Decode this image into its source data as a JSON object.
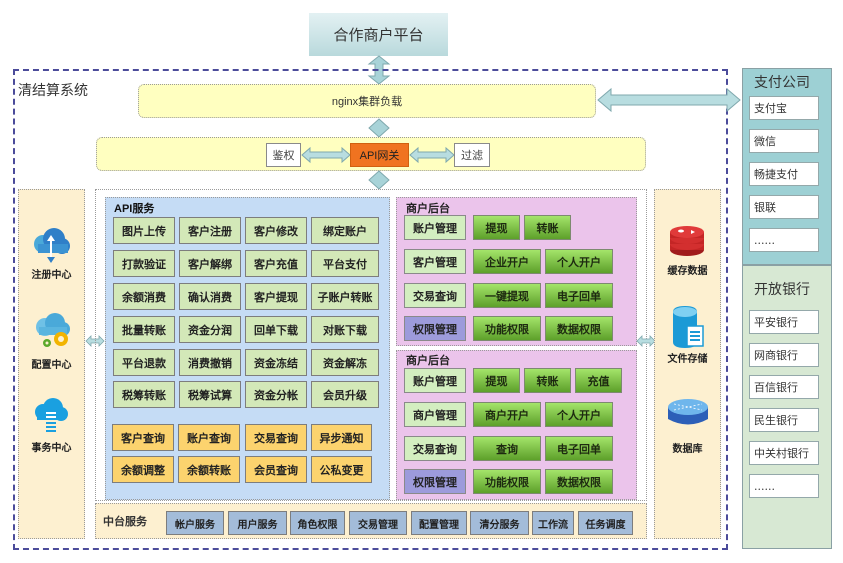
{
  "partner_platform": "合作商户平台",
  "system": {
    "title": "清结算系统",
    "nginx": "nginx集群负载",
    "gateway": {
      "auth": "鉴权",
      "api_gateway": "API网关",
      "filter": "过滤"
    }
  },
  "left_column": {
    "items": [
      {
        "label": "注册中心",
        "icon": "cloud-upload-icon"
      },
      {
        "label": "配置中心",
        "icon": "cloud-gear-icon"
      },
      {
        "label": "事务中心",
        "icon": "cloud-server-icon"
      }
    ]
  },
  "right_column": {
    "items": [
      {
        "label": "缓存数据",
        "icon": "redis-icon"
      },
      {
        "label": "文件存储",
        "icon": "file-storage-icon"
      },
      {
        "label": "数据库",
        "icon": "database-icon"
      }
    ]
  },
  "api_service": {
    "title": "API服务",
    "green_rows": [
      [
        "图片上传",
        "客户注册",
        "客户修改",
        "绑定账户"
      ],
      [
        "打款验证",
        "客户解绑",
        "客户充值",
        "平台支付"
      ],
      [
        "余额消费",
        "确认消费",
        "客户提现",
        "子账户转账"
      ],
      [
        "批量转账",
        "资金分润",
        "回单下载",
        "对账下载"
      ],
      [
        "平台退款",
        "消费撤销",
        "资金冻结",
        "资金解冻"
      ],
      [
        "税筹转账",
        "税筹试算",
        "资金分帐",
        "会员升级"
      ]
    ],
    "yellow_rows": [
      [
        "客户查询",
        "账户查询",
        "交易查询",
        "异步通知"
      ],
      [
        "余额调整",
        "余额转账",
        "会员查询",
        "公私变更"
      ]
    ]
  },
  "merchant_backends": [
    {
      "title": "商户后台",
      "rows": [
        {
          "label": "账户管理",
          "items": [
            "提现",
            "转账"
          ]
        },
        {
          "label": "客户管理",
          "items": [
            "企业开户",
            "个人开户"
          ]
        },
        {
          "label": "交易查询",
          "items": [
            "一键提现",
            "电子回单"
          ]
        },
        {
          "label": "权限管理",
          "items": [
            "功能权限",
            "数据权限"
          ]
        }
      ]
    },
    {
      "title": "商户后台",
      "rows": [
        {
          "label": "账户管理",
          "items": [
            "提现",
            "转账",
            "充值"
          ]
        },
        {
          "label": "商户管理",
          "items": [
            "商户开户",
            "个人开户"
          ]
        },
        {
          "label": "交易查询",
          "items": [
            "查询",
            "电子回单"
          ]
        },
        {
          "label": "权限管理",
          "items": [
            "功能权限",
            "数据权限"
          ]
        }
      ]
    }
  ],
  "middle_services": {
    "title": "中台服务",
    "items": [
      "帐户服务",
      "用户服务",
      "角色权限",
      "交易管理",
      "配置管理",
      "清分服务",
      "工作流",
      "任务调度"
    ]
  },
  "payment_companies": {
    "title": "支付公司",
    "items": [
      "支付宝",
      "微信",
      "畅捷支付",
      "银联",
      "......"
    ]
  },
  "open_banks": {
    "title": "开放银行",
    "items": [
      "平安银行",
      "网商银行",
      "百信银行",
      "民生银行",
      "中关村银行",
      "......"
    ]
  },
  "colors": {
    "api_gateway": "#f07320",
    "api_panel": "#c5dcf5",
    "merchant_panel": "#ebc4eb",
    "nginx_bar": "#ffffc0",
    "system_border": "#4b4b9a",
    "payment_panel": "#9dd0d4",
    "bank_panel": "#d7e8d3"
  }
}
